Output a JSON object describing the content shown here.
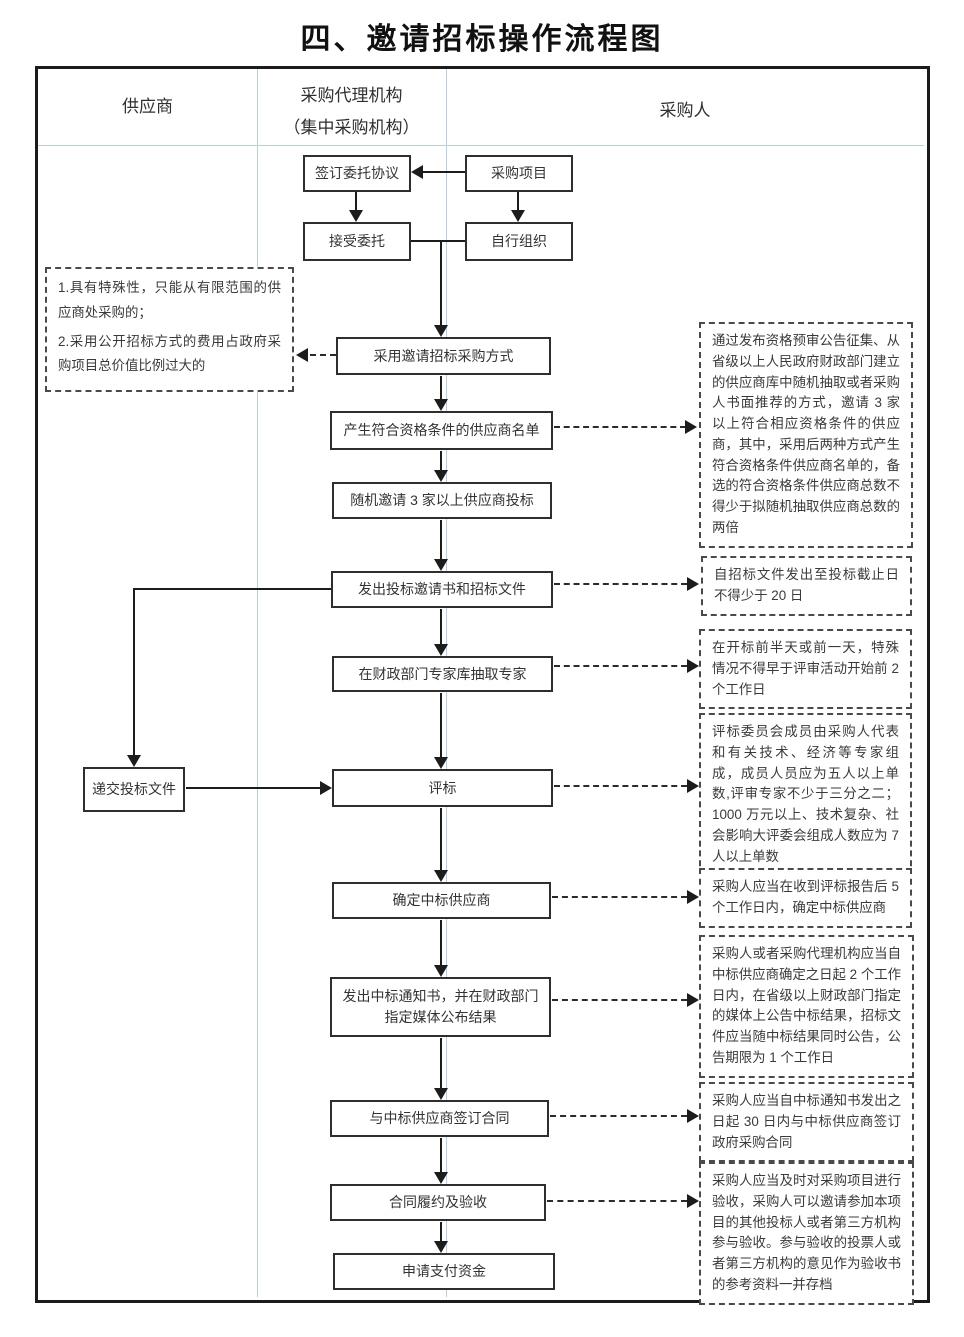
{
  "title": "四、邀请招标操作流程图",
  "lanes": {
    "supplier": "供应商",
    "agency_line1": "采购代理机构",
    "agency_line2": "（集中采购机构）",
    "purchaser": "采购人"
  },
  "flow": {
    "sign_agreement": "签订委托协议",
    "procurement_project": "采购项目",
    "accept_entrust": "接受委托",
    "self_organize": "自行组织",
    "invited_method": "采用邀请招标采购方式",
    "qualified_list": "产生符合资格条件的供应商名单",
    "invite_three": "随机邀请 3 家以上供应商投标",
    "issue_documents": "发出投标邀请书和招标文件",
    "draw_experts": "在财政部门专家库抽取专家",
    "submit_bid": "递交投标文件",
    "bid_evaluation": "评标",
    "determine_winner": "确定中标供应商",
    "announce_result_line1": "发出中标通知书，并在财政部门",
    "announce_result_line2": "指定媒体公布结果",
    "sign_contract": "与中标供应商签订合同",
    "performance_acceptance": "合同履约及验收",
    "apply_payment": "申请支付资金"
  },
  "notes": {
    "left_condition_1": "1.具有特殊性，只能从有限范围的供应商处采购的；",
    "left_condition_2": "2.采用公开招标方式的费用占政府采购项目总价值比例过大的",
    "qualified_list_note": "通过发布资格预审公告征集、从省级以上人民政府财政部门建立的供应商库中随机抽取或者采购人书面推荐的方式，邀请 3 家以上符合相应资格条件的供应商，其中，采用后两种方式产生符合资格条件供应商名单的，备选的符合资格条件供应商总数不得少于拟随机抽取供应商总数的两倍",
    "issue_documents_note": "自招标文件发出至投标截止日不得少于 20 日",
    "draw_experts_note": "在开标前半天或前一天，特殊情况不得早于评审活动开始前 2 个工作日",
    "evaluation_note": "评标委员会成员由采购人代表和有关技术、经济等专家组成，成员人员应为五人以上单数,评审专家不少于三分之二；1000 万元以上、技术复杂、社会影响大评委会组成人数应为 7 人以上单数",
    "determine_note": "采购人应当在收到评标报告后 5 个工作日内，确定中标供应商",
    "announce_note": "采购人或者采购代理机构应当自中标供应商确定之日起 2 个工作日内，在省级以上财政部门指定的媒体上公告中标结果，招标文件应当随中标结果同时公告，公告期限为 1 个工作日",
    "contract_note": "采购人应当自中标通知书发出之日起 30 日内与中标供应商签订政府采购合同",
    "acceptance_note": "采购人应当及时对采购项目进行验收，采购人可以邀请参加本项目的其他投标人或者第三方机构参与验收。参与验收的投票人或者第三方机构的意见作为验收书的参考资料一并存档"
  },
  "colors": {
    "lane_divider": "#b7d0e2",
    "line": "#1c1c1c"
  }
}
